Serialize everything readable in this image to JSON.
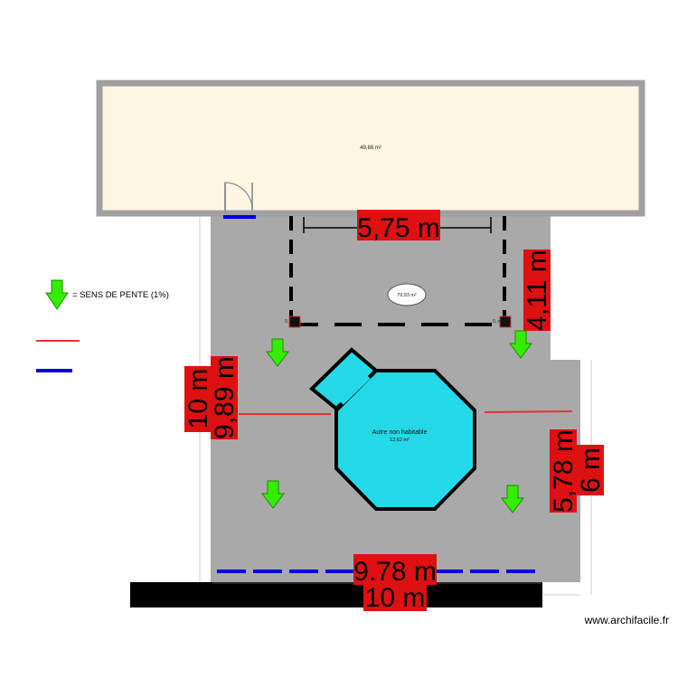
{
  "rooms": {
    "top_room_area": "49,88 m²",
    "terrace_area": "79,93 m²",
    "pool_label": "Autre non habitable",
    "pool_area": "12,62 m²",
    "small_left_area": "0,",
    "small_right_area": "0,     m²"
  },
  "dimensions": {
    "top_inner": "5,75 m",
    "right_upper": "4,11 m",
    "left_outer": "10 m",
    "left_inner": "9,89 m",
    "right_lower_inner": "5,78 m",
    "right_lower_outer": "6 m",
    "bottom_inner": "9,78 m",
    "bottom_outer": "10 m"
  },
  "legend": {
    "slope_label": "= SENS DE PENTE (1%)",
    "red_line_label": "",
    "blue_line_label": ""
  },
  "watermark": "www.archifacile.fr",
  "colors": {
    "terrace": "#a9a9a9",
    "room": "#fdf6e3",
    "pool": "#25d9e8",
    "arrow": "#33ee00",
    "dimension_bg": "#dd1111",
    "red_line": "#e33333",
    "blue_line": "#0000dd"
  },
  "icons": {
    "slope_arrow": "green-down-arrow-icon",
    "door": "door-swing-icon"
  }
}
